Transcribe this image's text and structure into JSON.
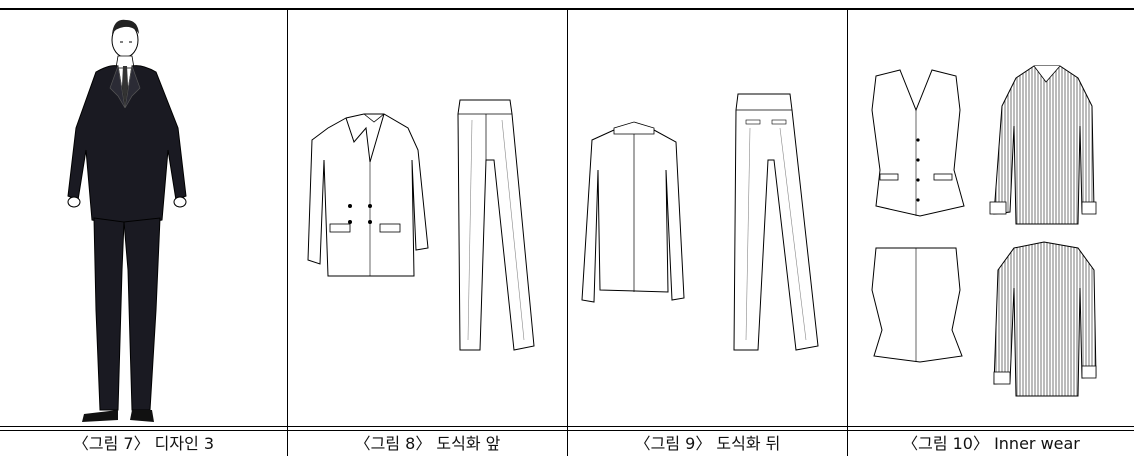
{
  "figures": [
    {
      "caption": "〈그림 7〉 디자인 3",
      "icon": "suited-man-illustration"
    },
    {
      "caption": "〈그림 8〉 도식화 앞",
      "icon": "suit-front-flat-sketch"
    },
    {
      "caption": "〈그림 9〉 도식화 뒤",
      "icon": "suit-back-flat-sketch"
    },
    {
      "caption": "〈그림 10〉 Inner wear",
      "icon": "inner-wear-sketch"
    }
  ],
  "colors": {
    "ink": "#000000",
    "suit": "#1a1a22",
    "stripe": "#777777"
  }
}
